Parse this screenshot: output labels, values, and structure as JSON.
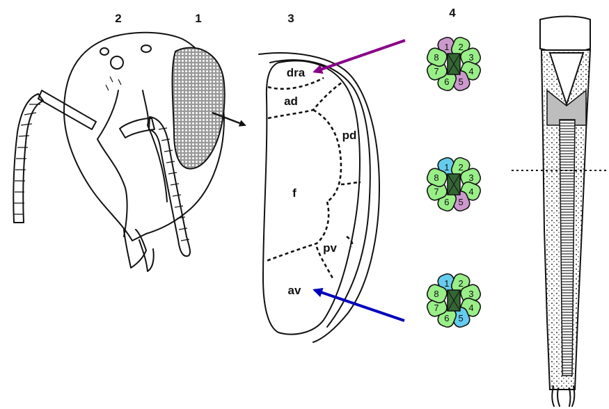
{
  "panel_labels": {
    "p1": "1",
    "p2": "2",
    "p3": "3",
    "p4": "4"
  },
  "regions": {
    "dra": "dra",
    "ad": "ad",
    "pd": "pd",
    "f": "f",
    "pv": "pv",
    "av": "av"
  },
  "ommatidia": [
    {
      "cells": [
        "1",
        "2",
        "3",
        "4",
        "5",
        "6",
        "7",
        "8"
      ],
      "colors": [
        "#cc99cc",
        "#99ee88",
        "#99ee88",
        "#99ee88",
        "#cc99cc",
        "#99ee88",
        "#99ee88",
        "#99ee88"
      ]
    },
    {
      "cells": [
        "1",
        "2",
        "3",
        "4",
        "5",
        "6",
        "7",
        "8"
      ],
      "colors": [
        "#66ccee",
        "#99ee88",
        "#99ee88",
        "#99ee88",
        "#cc99cc",
        "#99ee88",
        "#99ee88",
        "#99ee88"
      ]
    },
    {
      "cells": [
        "1",
        "2",
        "3",
        "4",
        "5",
        "6",
        "7",
        "8"
      ],
      "colors": [
        "#66ccee",
        "#99ee88",
        "#99ee88",
        "#99ee88",
        "#66ccee",
        "#99ee88",
        "#99ee88",
        "#99ee88"
      ]
    }
  ],
  "colors": {
    "dra_arrow": "#880088",
    "av_arrow": "#0000bb",
    "rhabdom": "#336633",
    "ink": "#111111"
  }
}
